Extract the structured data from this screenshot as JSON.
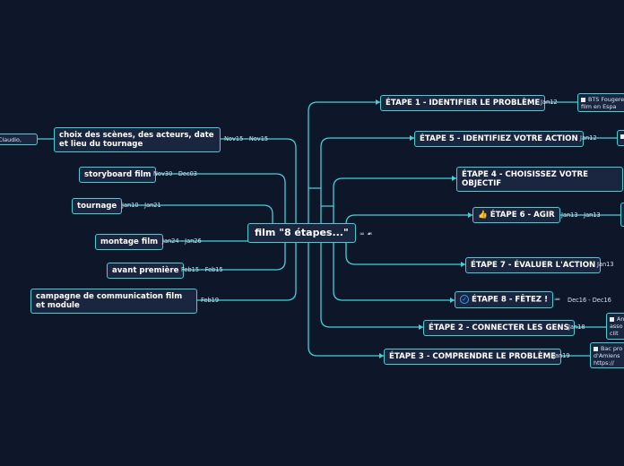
{
  "center": {
    "title": "film \"8 étapes...\"",
    "extra": "∞ ☙"
  },
  "left": [
    {
      "label": "choix des scènes, des acteurs, date et lieu du tournage",
      "date": "Nov15 - Nov15",
      "note": "Claudio, Flavia"
    },
    {
      "label": "storyboard film",
      "date": "Nov30 - Dec03"
    },
    {
      "label": "tournage",
      "date": "Jan10 - Jan21"
    },
    {
      "label": "montage film",
      "date": "Jan24 - Jan26"
    },
    {
      "label": "avant première",
      "date": "Feb15 - Feb15"
    },
    {
      "label": "campagne de communication film et module",
      "date": "Feb19"
    }
  ],
  "right": [
    {
      "label": "ÉTAPE 1 - IDENTIFIER LE PROBLÈME",
      "date": "Jan12",
      "note": "BTS Fougeres film en Espa"
    },
    {
      "label": "ÉTAPE 5 - IDENTIFIEZ VOTRE ACTION",
      "date": "Jan12",
      "note": ""
    },
    {
      "label": "ÉTAPE 4 - CHOISISSEZ VOTRE OBJECTIF",
      "date": ""
    },
    {
      "label": "ÉTAPE 6 - AGIR",
      "date": "Jan13 - Jan13",
      "icon": "👍",
      "note": ""
    },
    {
      "label": "ÉTAPE 7 - ÉVALUER L'ACTION",
      "date": "Jan13"
    },
    {
      "label": "ÉTAPE 8 - FÊTEZ !",
      "date": "Dec16 - Dec16",
      "icon": "✓",
      "extra": "≔"
    },
    {
      "label": "ÉTAPE 2 - CONNECTER LES GENS",
      "date": "Jan18",
      "note": "An asso clit"
    },
    {
      "label": "ÉTAPE 3 - COMPRENDRE LE PROBLÈME",
      "date": "Jan19",
      "note": "Bac pro d'Amiens https://"
    }
  ],
  "colors": {
    "background": "#0e1629",
    "line": "#44d1d4",
    "node": "#1a2640"
  }
}
